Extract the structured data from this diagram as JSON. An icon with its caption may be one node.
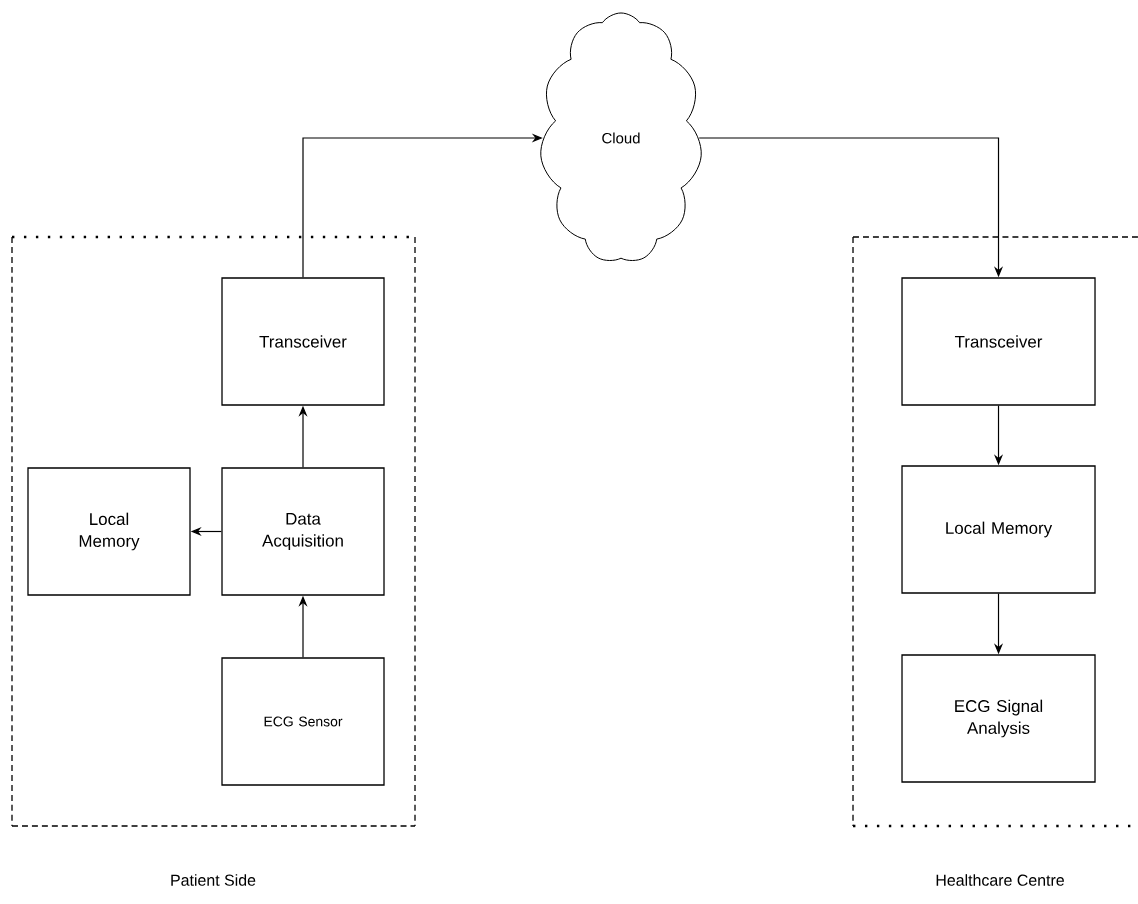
{
  "diagram": {
    "nodes": [
      {
        "text": [
          "Patient Side"
        ]
      },
      {
        "text": [
          "Transceiver"
        ],
        "in": 0
      },
      {
        "text": [
          "Local Memory"
        ],
        "in": 0
      },
      {
        "text": [
          "Data Acquisition"
        ],
        "in": 0
      },
      {
        "text": [
          "ECG Sensor"
        ],
        "in": 0
      },
      {
        "text": [
          "Cloud"
        ]
      },
      {
        "text": [
          "Healthcare Centre"
        ]
      },
      {
        "text": [
          "Transceiver"
        ],
        "in": 6
      },
      {
        "text": [
          "Local Memory"
        ],
        "in": 6
      },
      {
        "text": [
          "ECG Signal Analysis"
        ],
        "in": 6
      }
    ],
    "edges": [
      {
        "from": 4,
        "to": 3,
        "arrow": "to"
      },
      {
        "from": 3,
        "to": 2,
        "arrow": "to"
      },
      {
        "from": 3,
        "to": 1,
        "arrow": "to"
      },
      {
        "from": 1,
        "to": 5,
        "arrow": "to"
      },
      {
        "from": 5,
        "to": 7,
        "arrow": "to"
      },
      {
        "from": 7,
        "to": 8,
        "arrow": "to"
      },
      {
        "from": 8,
        "to": 9,
        "arrow": "to"
      }
    ]
  }
}
